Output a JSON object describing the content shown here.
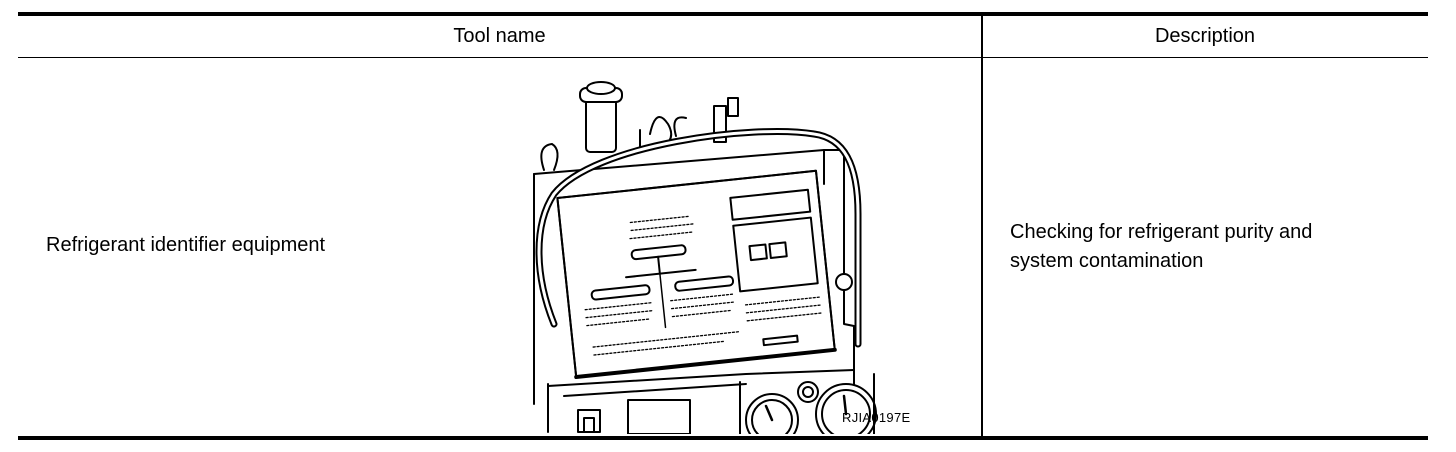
{
  "table": {
    "headers": {
      "tool_name": "Tool name",
      "description": "Description"
    },
    "rows": [
      {
        "tool_name": "Refrigerant identifier equipment",
        "figure_code": "RJIA0197E",
        "description_lines": [
          "Checking for refrigerant purity and",
          "system contamination"
        ]
      }
    ]
  }
}
